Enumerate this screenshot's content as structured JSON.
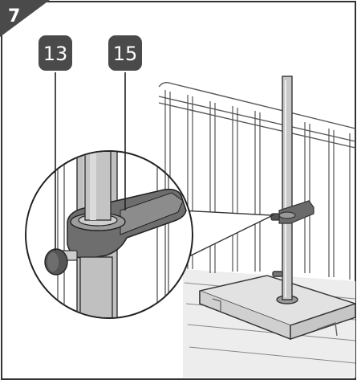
{
  "step": {
    "number": "7"
  },
  "callouts": [
    {
      "label": "13"
    },
    {
      "label": "15"
    }
  ],
  "colors": {
    "badge": "#4a4a4a",
    "part_dark": "#5a5a5a",
    "part_mid": "#8a8a8a",
    "pole": "#b9b9b9",
    "line": "#333333",
    "floor": "#dcdcdc"
  }
}
